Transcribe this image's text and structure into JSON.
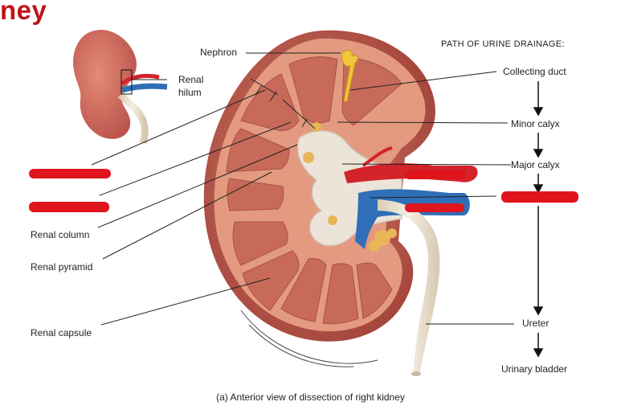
{
  "title_fragment": "ney",
  "caption": "(a) Anterior view of dissection of right kidney",
  "path": {
    "header": "PATH OF URINE DRAINAGE:",
    "steps": [
      "Collecting duct",
      "Minor calyx",
      "Major calyx",
      "",
      "Ureter",
      "Urinary bladder"
    ]
  },
  "labels": {
    "nephron": "Nephron",
    "renal_hilum_line1": "Renal",
    "renal_hilum_line2": "hilum",
    "renal_column": "Renal column",
    "renal_pyramid": "Renal pyramid",
    "renal_capsule": "Renal capsule"
  },
  "colors": {
    "title_red": "#c0121b",
    "redaction_red": "#e0141c",
    "cortex": "#e3947a",
    "medulla": "#c56858",
    "capsule": "#b95a4c",
    "artery": "#d3232b",
    "vein": "#2f6fb7",
    "ureter": "#efe6d6",
    "fat": "#e8b656"
  }
}
